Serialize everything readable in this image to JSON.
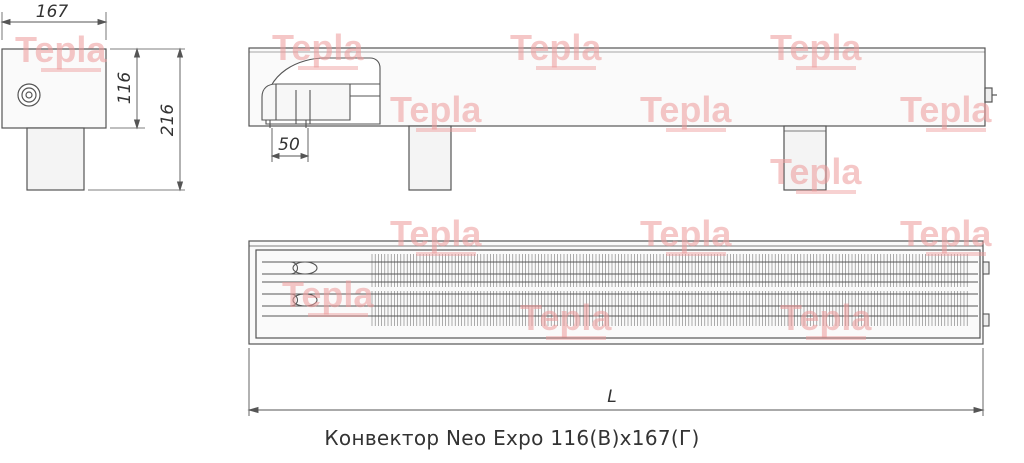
{
  "watermark": {
    "text": "Tepla",
    "color": "#ee9a9a"
  },
  "dimensions": {
    "width_label": "167",
    "body_height_label": "116",
    "total_height_label": "216",
    "connection_label": "50",
    "length_label": "L"
  },
  "caption": "Конвектор Neo Expo 116(В)х167(Г)",
  "colors": {
    "line": "#555555",
    "fins": "#777777"
  }
}
